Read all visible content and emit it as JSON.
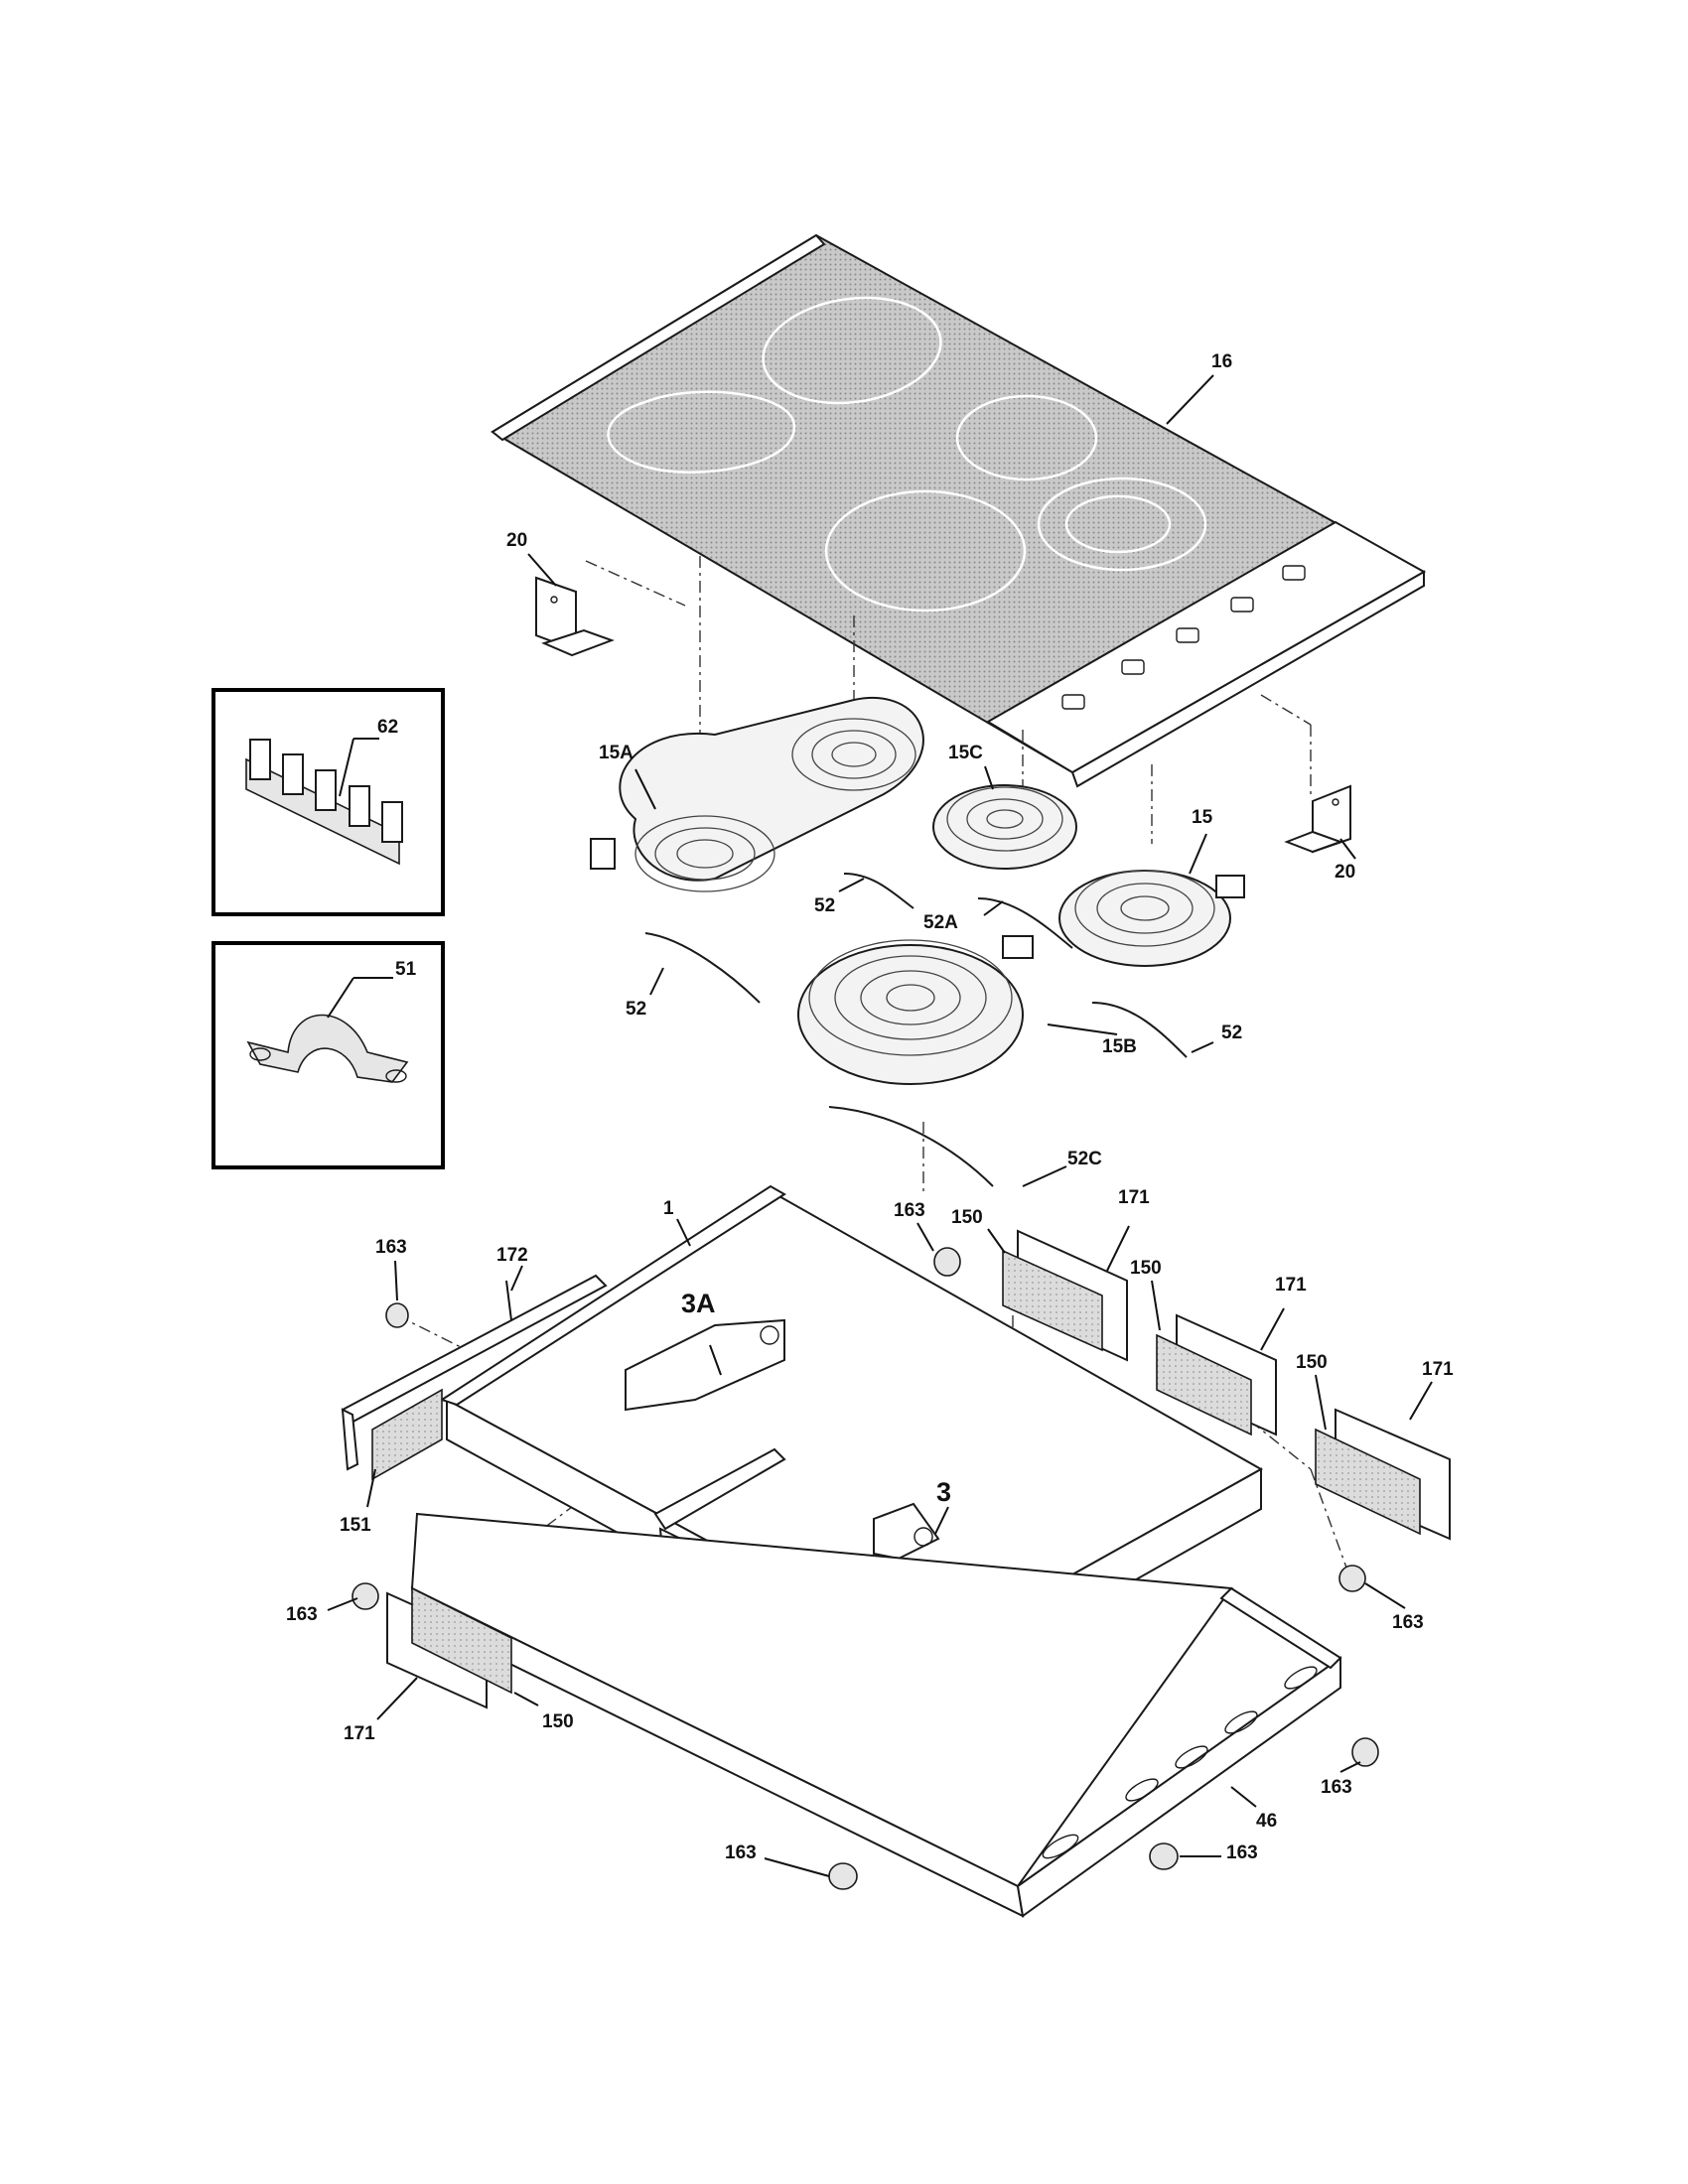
{
  "diagram": {
    "labels": [
      {
        "id": "glass-cooktop",
        "text": "16"
      },
      {
        "id": "bracket-left",
        "text": "20"
      },
      {
        "id": "bracket-right",
        "text": "20"
      },
      {
        "id": "terminal-block",
        "text": "62"
      },
      {
        "id": "clamp",
        "text": "51"
      },
      {
        "id": "element-bridge",
        "text": "15A"
      },
      {
        "id": "element-small",
        "text": "15C"
      },
      {
        "id": "element-dual",
        "text": "15"
      },
      {
        "id": "element-large",
        "text": "15B"
      },
      {
        "id": "strap-bridge-upper",
        "text": "52"
      },
      {
        "id": "strap-bridge-lower",
        "text": "52"
      },
      {
        "id": "strap-small",
        "text": "52A"
      },
      {
        "id": "strap-dual",
        "text": "52"
      },
      {
        "id": "strap-large",
        "text": "52C"
      },
      {
        "id": "burner-box",
        "text": "1"
      },
      {
        "id": "bracket-3a",
        "text": "3A"
      },
      {
        "id": "bracket-3",
        "text": "3"
      },
      {
        "id": "spacer-top-left",
        "text": "163"
      },
      {
        "id": "spacer-top-mid",
        "text": "163"
      },
      {
        "id": "spacer-left",
        "text": "163"
      },
      {
        "id": "spacer-right",
        "text": "163"
      },
      {
        "id": "spacer-bottom-right",
        "text": "163"
      },
      {
        "id": "spacer-bottom-left",
        "text": "163"
      },
      {
        "id": "spacer-bottom-mid",
        "text": "163"
      },
      {
        "id": "rail-left",
        "text": "172"
      },
      {
        "id": "insulation-left",
        "text": "151"
      },
      {
        "id": "insulation-1",
        "text": "150"
      },
      {
        "id": "insulation-2",
        "text": "150"
      },
      {
        "id": "insulation-3",
        "text": "150"
      },
      {
        "id": "insulation-4",
        "text": "150"
      },
      {
        "id": "shield-1",
        "text": "171"
      },
      {
        "id": "shield-2",
        "text": "171"
      },
      {
        "id": "shield-3",
        "text": "171"
      },
      {
        "id": "shield-4",
        "text": "171"
      },
      {
        "id": "base-pan",
        "text": "46"
      }
    ]
  }
}
